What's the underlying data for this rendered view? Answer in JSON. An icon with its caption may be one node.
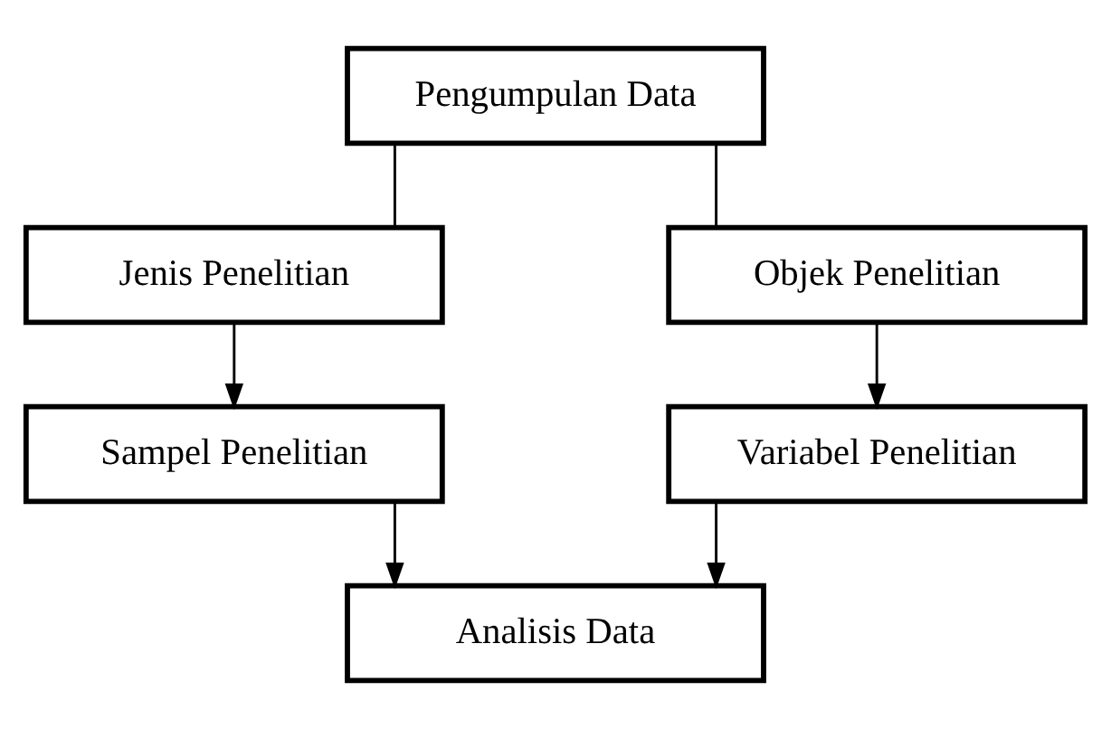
{
  "diagram": {
    "nodes": [
      {
        "text": [
          "Pengumpulan Data"
        ]
      },
      {
        "text": [
          "Jenis Penelitian"
        ]
      },
      {
        "text": [
          "Objek Penelitian"
        ]
      },
      {
        "text": [
          "Sampel Penelitian"
        ]
      },
      {
        "text": [
          "Variabel Penelitian"
        ]
      },
      {
        "text": [
          "Analisis Data"
        ]
      }
    ],
    "edges": [
      {
        "from": 0,
        "to": 1,
        "arrow": "none"
      },
      {
        "from": 0,
        "to": 2,
        "arrow": "none"
      },
      {
        "from": 1,
        "to": 3,
        "arrow": "to"
      },
      {
        "from": 2,
        "to": 4,
        "arrow": "to"
      },
      {
        "from": 3,
        "to": 5,
        "arrow": "to"
      },
      {
        "from": 4,
        "to": 5,
        "arrow": "to"
      }
    ]
  }
}
